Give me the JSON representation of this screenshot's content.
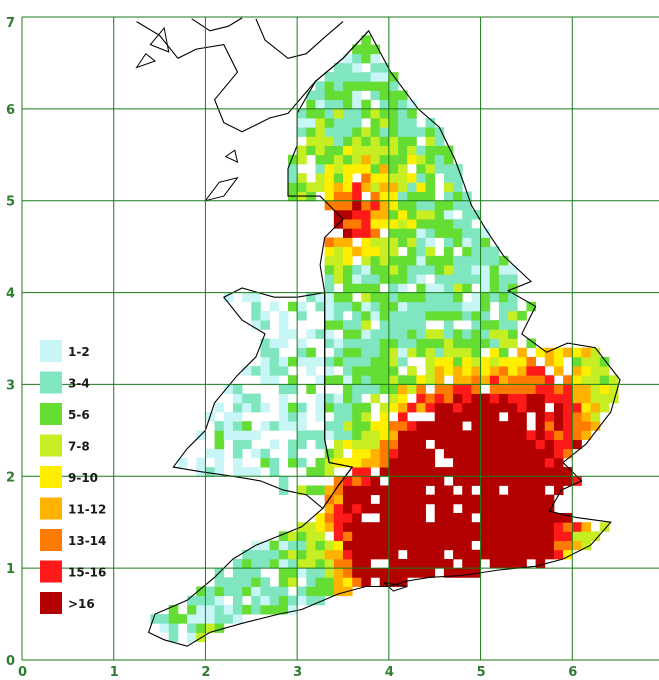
{
  "chart_data": {
    "type": "heatmap",
    "x_ticks": [
      "0",
      "1",
      "2",
      "3",
      "4",
      "5",
      "6"
    ],
    "y_ticks": [
      "0",
      "1",
      "2",
      "3",
      "4",
      "5",
      "6",
      "7"
    ],
    "xlim": [
      0,
      7
    ],
    "ylim": [
      0,
      7
    ],
    "grid": true,
    "legend_placement": "left",
    "legend": [
      {
        "label": "1-2",
        "color": "#c8f5f5"
      },
      {
        "label": "3-4",
        "color": "#7fe6c0"
      },
      {
        "label": "5-6",
        "color": "#66dd33"
      },
      {
        "label": "7-8",
        "color": "#c6ee22"
      },
      {
        "label": "9-10",
        "color": "#ffee00"
      },
      {
        "label": "11-12",
        "color": "#ffb300"
      },
      {
        "label": "13-14",
        "color": "#ff7a00"
      },
      {
        "label": "15-16",
        "color": "#ff1a1a"
      },
      {
        "label": ">16",
        "color": "#b30000"
      }
    ],
    "colors": {
      "grid": "#1b7a1b",
      "coast": "#000000",
      "axis_label": "#2e7d32"
    }
  }
}
